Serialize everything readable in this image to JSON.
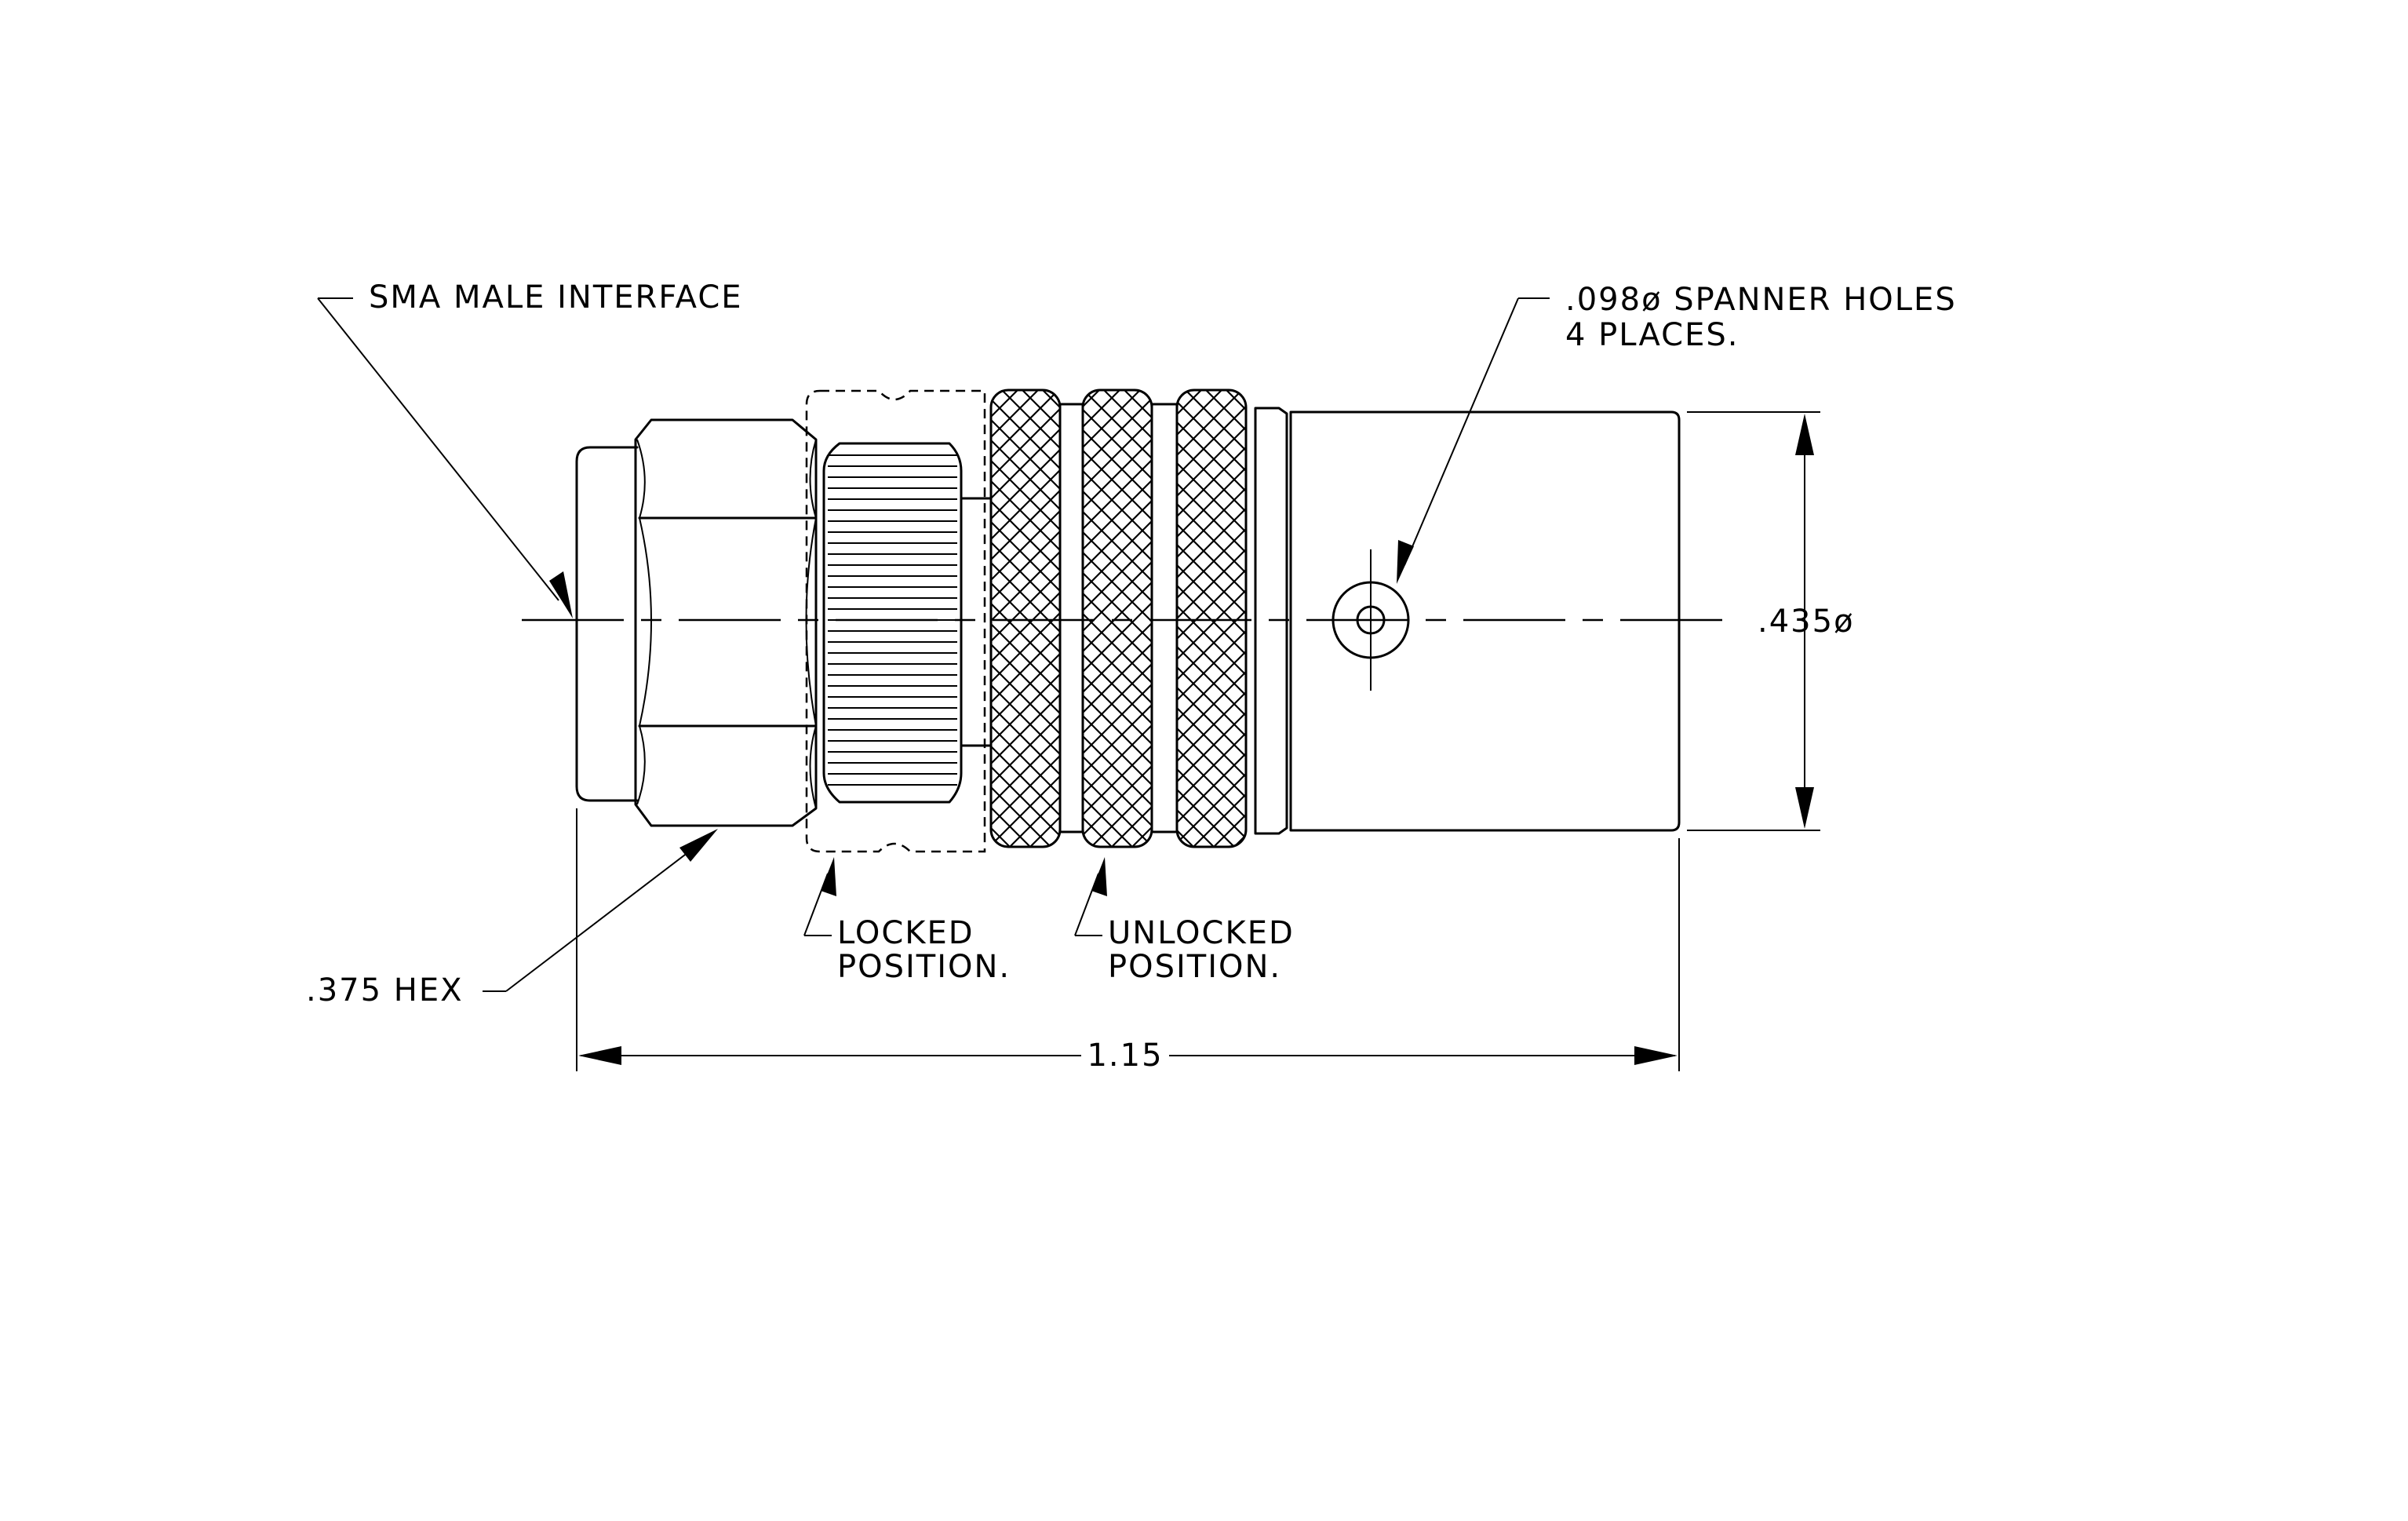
{
  "labels": {
    "sma_interface": "SMA MALE INTERFACE",
    "spanner_holes_line1": ".098ø SPANNER HOLES",
    "spanner_holes_line2": "4 PLACES.",
    "diameter": ".435ø",
    "hex": ".375 HEX",
    "locked_line1": "LOCKED",
    "locked_line2": "POSITION.",
    "unlocked_line1": "UNLOCKED",
    "unlocked_line2": "POSITION.",
    "length": "1.15"
  }
}
